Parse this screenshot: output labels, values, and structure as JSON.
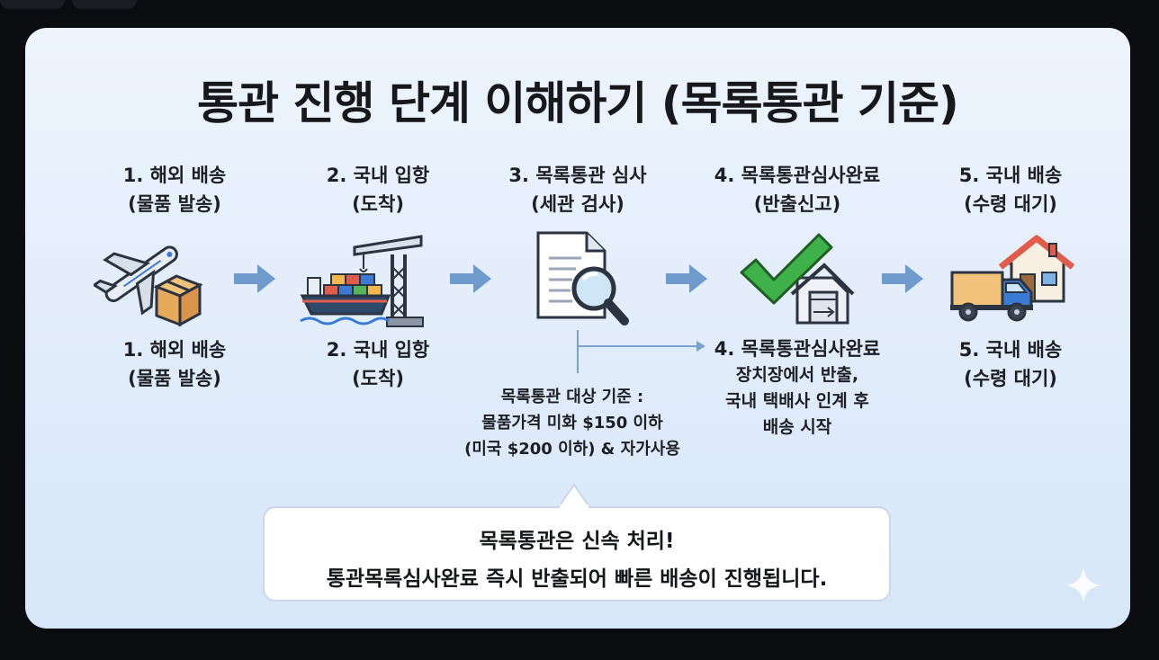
{
  "title": "통관 진행 단계 이해하기 (목록통관 기준)",
  "steps": [
    {
      "heading": [
        "1. 해외 배송",
        "(물품 발송)"
      ],
      "caption": [
        "1. 해외 배송",
        "(물품 발송)"
      ],
      "icon": "airplane-box-icon"
    },
    {
      "heading": [
        "2. 국내 입항",
        "(도착)"
      ],
      "caption": [
        "2. 국내 입항",
        "(도착)"
      ],
      "icon": "cargo-ship-crane-icon"
    },
    {
      "heading": [
        "3. 목록통관 심사",
        "(세관 검사)"
      ],
      "icon": "document-magnifier-icon"
    },
    {
      "heading": [
        "4. 목록통관심사완료",
        "(반출신고)"
      ],
      "caption": [
        "4. 목록통관심사완료",
        "장치장에서 반출,",
        "국내 택배사 인계 후",
        "배송 시작"
      ],
      "icon": "checkmark-warehouse-icon"
    },
    {
      "heading": [
        "5. 국내 배송",
        "(수령 대기)"
      ],
      "caption": [
        "5. 국내 배송",
        "(수령 대기)"
      ],
      "icon": "truck-house-icon"
    }
  ],
  "criteria": [
    "목록통관 대상 기준 :",
    "물품가격 미화 $150 이하",
    "(미국 $200 이하) & 자가사용"
  ],
  "callout": {
    "line1": "목록통관은 신속 처리!",
    "line2": "통관목록심사완료 즉시 반출되어 빠른 배송이 진행됩니다."
  },
  "colors": {
    "arrow": "#6f9bcc",
    "check": "#3fb14a",
    "card_bg": "#e4eefb",
    "connector": "#7aa2d0"
  }
}
